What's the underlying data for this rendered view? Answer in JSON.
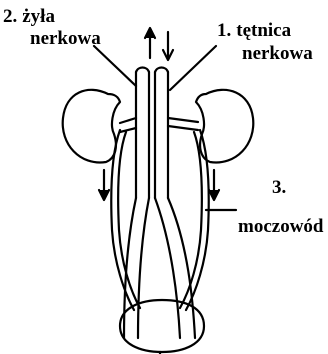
{
  "labels": {
    "vein_number": "2.",
    "vein_line1": "żyła",
    "vein_line2": "nerkowa",
    "artery_number": "1.",
    "artery_line1": "tętnica",
    "artery_line2": "nerkowa",
    "ureter_number": "3.",
    "ureter_line": "moczowód"
  },
  "colors": {
    "ink": "#000000",
    "background": "#ffffff"
  }
}
